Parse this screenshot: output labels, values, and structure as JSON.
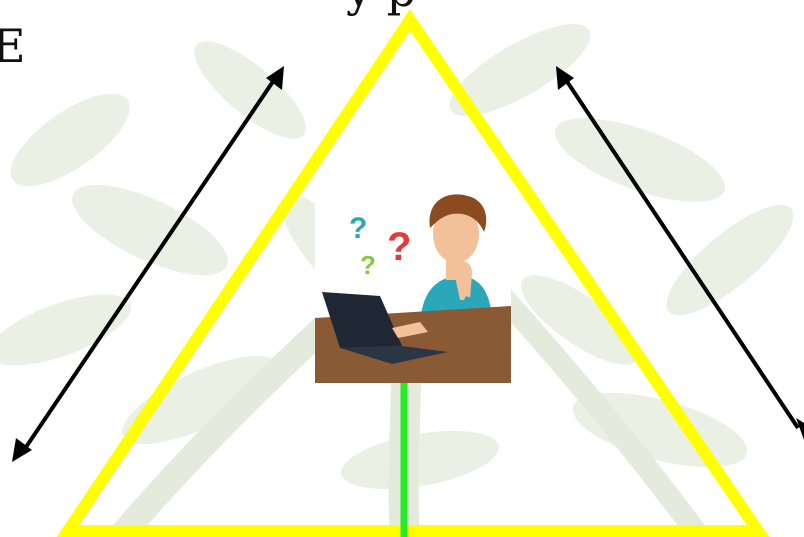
{
  "labels": {
    "top_fragment": "y p",
    "left_fragment": "E"
  },
  "colors": {
    "background": "#ffffff",
    "leaf_tint": "#e7eee0",
    "leaf_tint_dark": "#dfe8d6",
    "triangle": "#ffff00",
    "arrows": "#000000",
    "center_line": "#22ee22",
    "desk": "#8a5a35",
    "laptop": "#1e2733",
    "shirt": "#2aa7b8",
    "hair": "#8b4a1f",
    "skin": "#f2c19a",
    "question_red": "#e23b3b",
    "question_teal": "#2aa7b8",
    "question_green": "#8cc63f"
  },
  "illustration": {
    "subject": "person-at-laptop-thinking",
    "question_marks": [
      "?",
      "?",
      "?"
    ]
  }
}
